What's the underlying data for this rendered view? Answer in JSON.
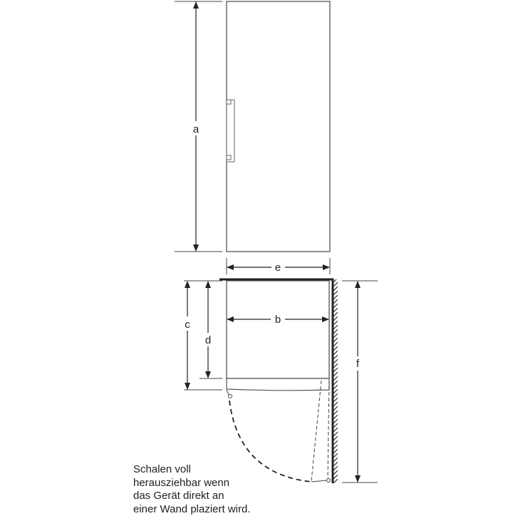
{
  "labels": {
    "a": "a",
    "b": "b",
    "c": "c",
    "d": "d",
    "e": "e",
    "f": "f"
  },
  "note": [
    "Schalen voll",
    "herausziehbar wenn",
    "das Gerät direkt an",
    "einer Wand plaziert wird."
  ],
  "colors": {
    "line": "#222222",
    "outline": "#555555"
  }
}
